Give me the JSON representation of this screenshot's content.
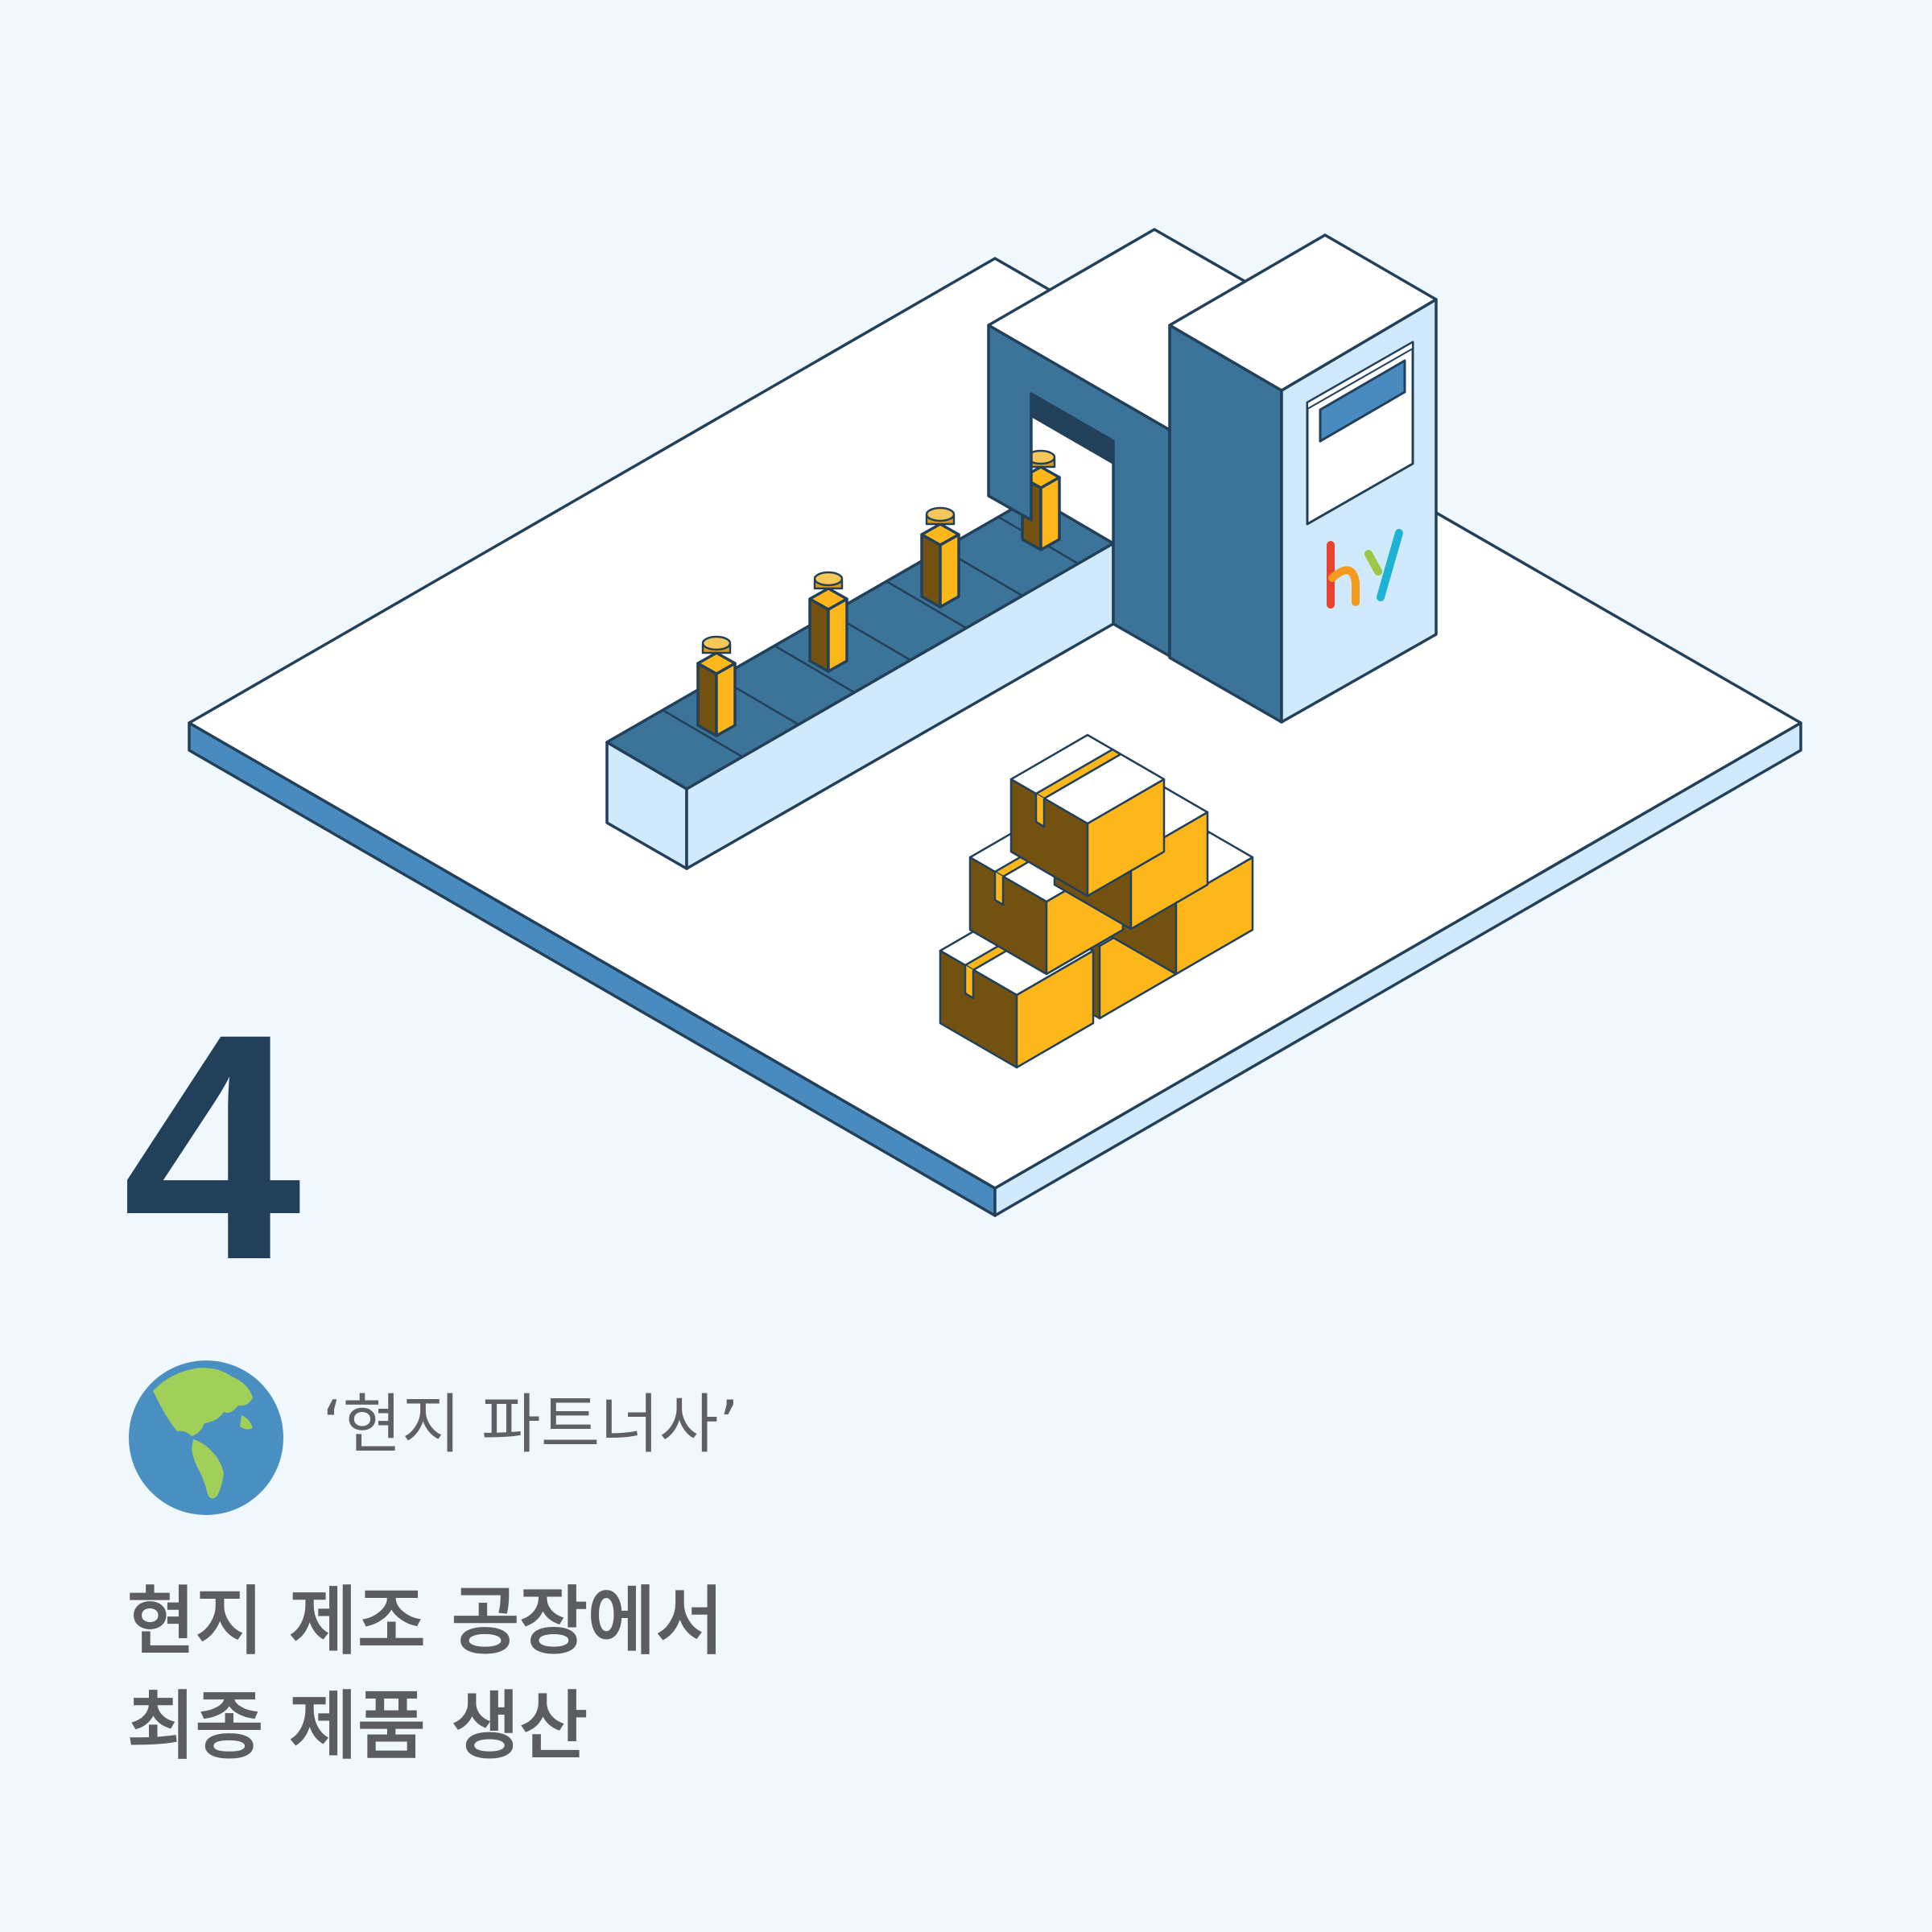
{
  "step": {
    "number": "4"
  },
  "partner": {
    "label": "‘현지 파트너사’"
  },
  "headline": {
    "line1": "현지 제조 공장에서",
    "line2": "최종 제품 생산"
  },
  "logo": {
    "h": "h",
    "y": "y"
  },
  "icons": {
    "globe": "globe-americas-icon"
  },
  "colors": {
    "background": "#f0f8fe",
    "outline": "#22405a",
    "machine_blue": "#3b7399",
    "light_blue": "#d0eafc",
    "platform_side": "#4a8bbf",
    "box_yellow": "#fdb71b",
    "box_brown": "#735211",
    "text_gray": "#5b5d60"
  }
}
